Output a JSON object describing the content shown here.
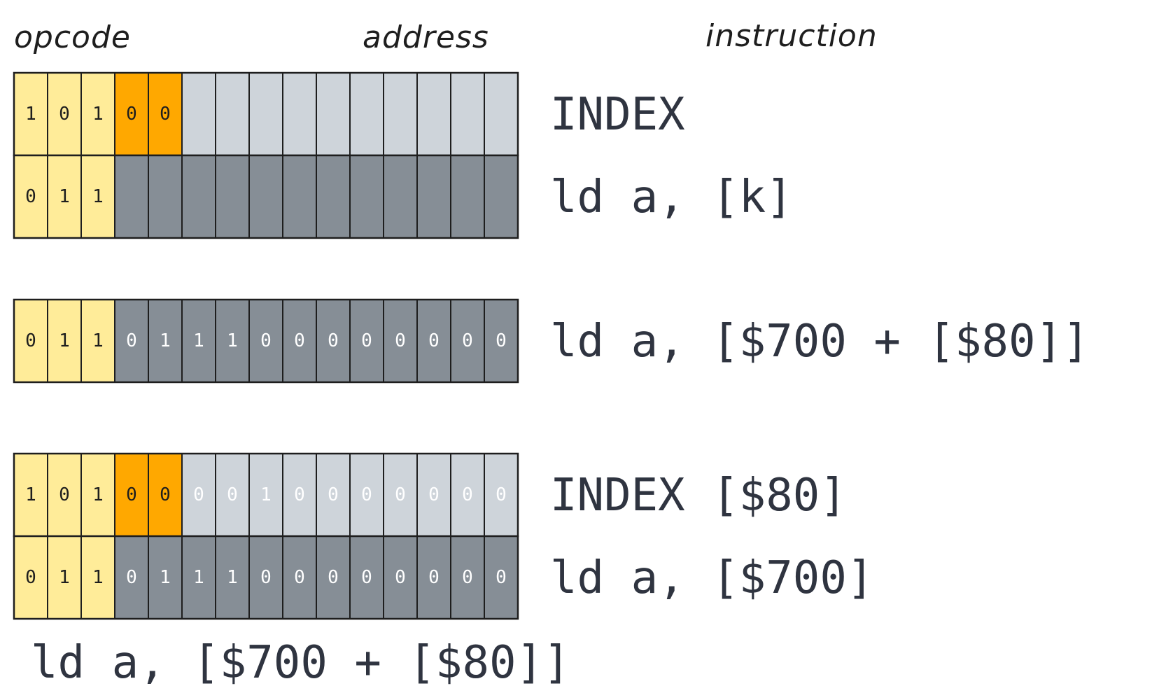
{
  "headers": {
    "opcode": "opcode",
    "address": "address",
    "instruction": "instruction"
  },
  "colors": {
    "opcode": "#ffec99",
    "flag": "#ffa800",
    "address_light": "#ced4da",
    "address_dark": "#868e96",
    "cell_stroke": "#1e1e1e",
    "bit_dark": "#1e1e1e",
    "bit_light": "#ffffff",
    "text": "#2f3440"
  },
  "rows": [
    {
      "opcode": [
        "1",
        "0",
        "1"
      ],
      "flag": [
        "0",
        "0"
      ],
      "address_style": "light",
      "address": [
        "",
        "",
        "",
        "",
        "",
        "",
        "",
        "",
        "",
        ""
      ],
      "instruction": "INDEX"
    },
    {
      "opcode": [
        "0",
        "1",
        "1"
      ],
      "flag": [],
      "address_style": "dark",
      "address": [
        "",
        "",
        "",
        "",
        "",
        "",
        "",
        "",
        "",
        "",
        "",
        ""
      ],
      "instruction": "ld a, [k]"
    },
    {
      "opcode": [
        "0",
        "1",
        "1"
      ],
      "flag": [],
      "address_style": "dark",
      "address": [
        "0",
        "1",
        "1",
        "1",
        "0",
        "0",
        "0",
        "0",
        "0",
        "0",
        "0",
        "0"
      ],
      "instruction": "ld a, [$700 + [$80]]"
    },
    {
      "opcode": [
        "1",
        "0",
        "1"
      ],
      "flag": [
        "0",
        "0"
      ],
      "address_style": "light",
      "address": [
        "0",
        "0",
        "1",
        "0",
        "0",
        "0",
        "0",
        "0",
        "0",
        "0"
      ],
      "instruction": "INDEX [$80]"
    },
    {
      "opcode": [
        "0",
        "1",
        "1"
      ],
      "flag": [],
      "address_style": "dark",
      "address": [
        "0",
        "1",
        "1",
        "1",
        "0",
        "0",
        "0",
        "0",
        "0",
        "0",
        "0",
        "0"
      ],
      "instruction": "ld a, [$700]"
    }
  ],
  "footer": "ld a, [$700 + [$80]]"
}
